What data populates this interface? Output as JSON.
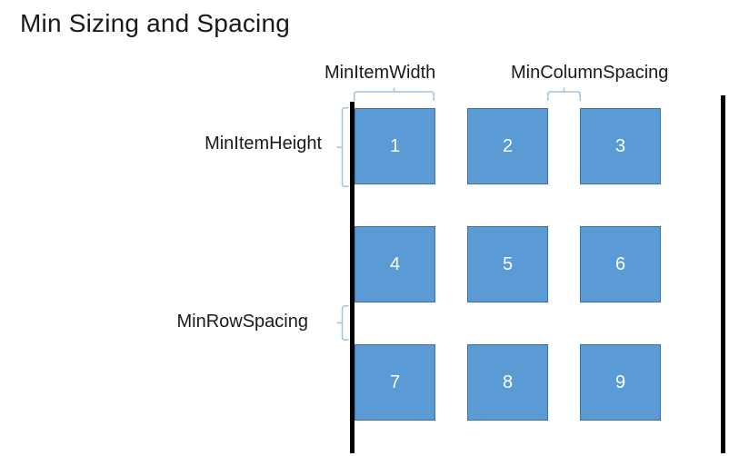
{
  "title": "Min Sizing and Spacing",
  "labels": {
    "min_item_width": "MinItemWidth",
    "min_column_spacing": "MinColumnSpacing",
    "min_item_height": "MinItemHeight",
    "min_row_spacing": "MinRowSpacing"
  },
  "grid": {
    "items": [
      "1",
      "2",
      "3",
      "4",
      "5",
      "6",
      "7",
      "8",
      "9"
    ]
  },
  "colors": {
    "box_fill": "#5B9BD5",
    "box_border": "#41719C",
    "brace": "#9DC3E6",
    "text": "#1A1A1A",
    "number": "#FFFFFF",
    "edge_line": "#000000"
  }
}
